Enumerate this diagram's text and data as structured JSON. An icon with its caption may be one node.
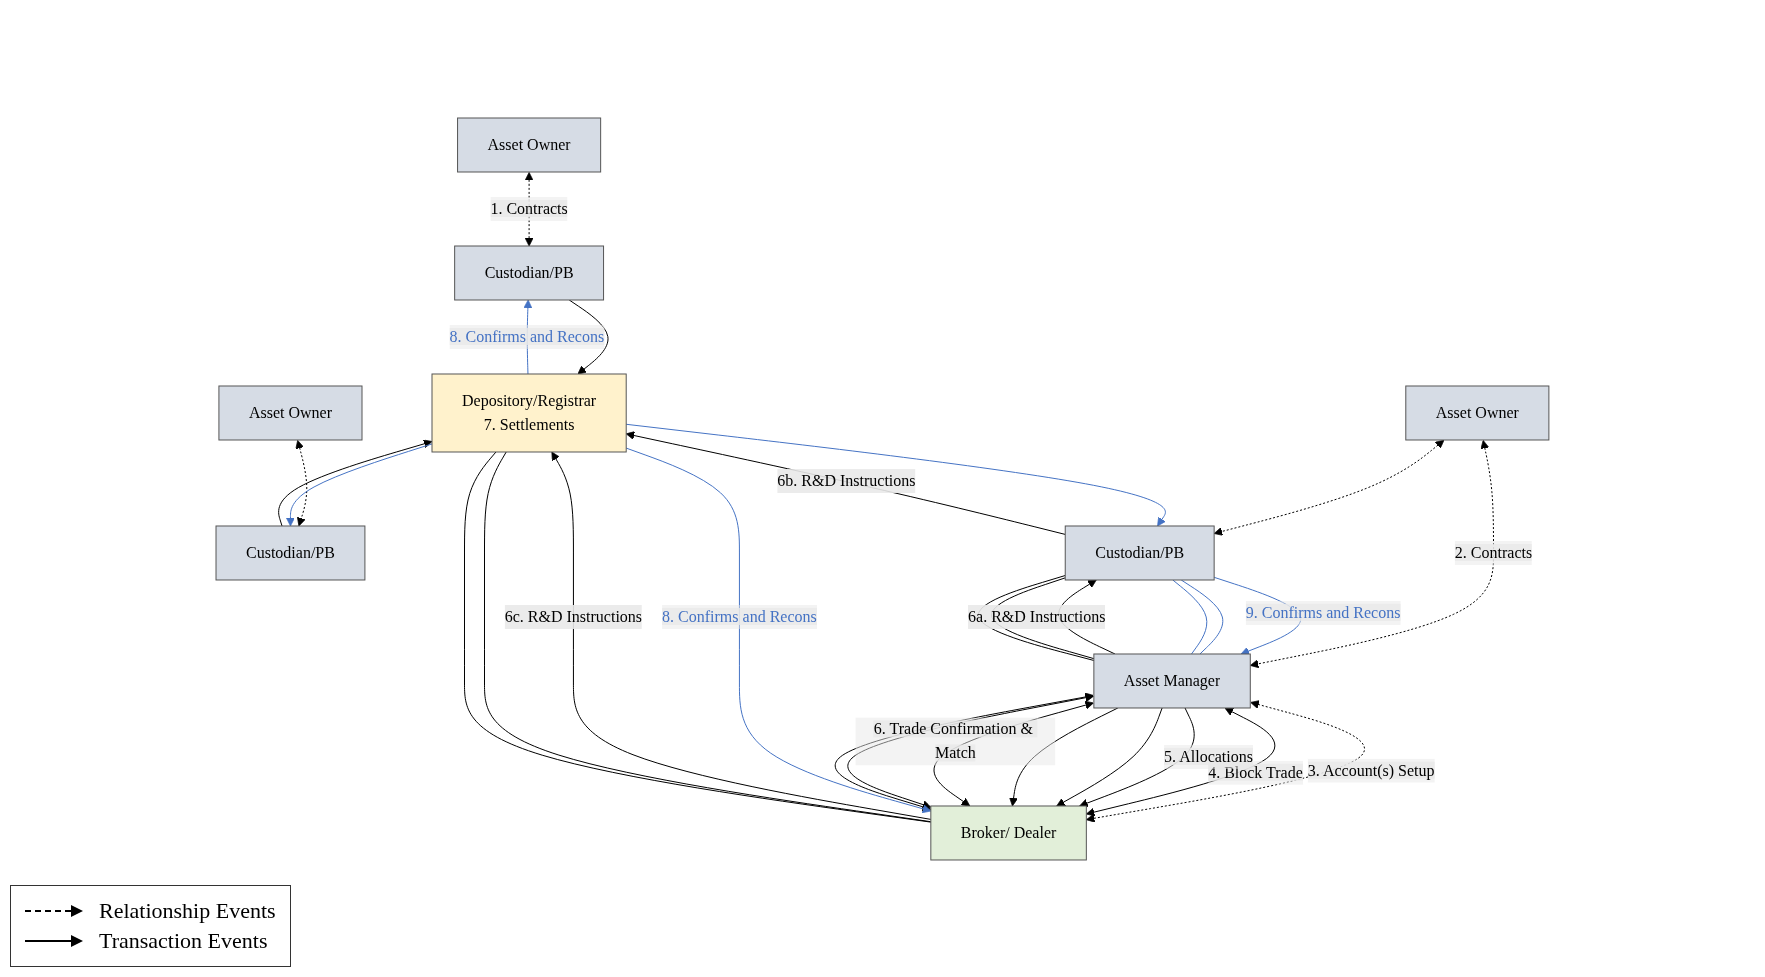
{
  "diagram": {
    "nodes": [
      {
        "text": [
          "Asset Owner"
        ]
      },
      {
        "text": [
          "Asset Owner"
        ]
      },
      {
        "text": [
          "Asset Owner"
        ]
      },
      {
        "text": [
          "Custodian/PB"
        ]
      },
      {
        "text": [
          "Custodian/PB"
        ]
      },
      {
        "text": [
          "Custodian/PB"
        ]
      },
      {
        "text": [
          "Asset Manager"
        ]
      },
      {
        "text": [
          "Depository/Registrar",
          "7. Settlements"
        ]
      },
      {
        "text": [
          "Broker/ Dealer"
        ]
      }
    ],
    "edges": [
      {
        "from": 0,
        "to": 3,
        "arrow": "both",
        "style": "dashed",
        "label": "1. Contracts"
      },
      {
        "from": 1,
        "to": 4,
        "arrow": "both",
        "style": "dashed"
      },
      {
        "from": 2,
        "to": 5,
        "arrow": "both",
        "style": "dashed"
      },
      {
        "from": 2,
        "to": 6,
        "arrow": "both",
        "style": "dashed",
        "label": "2. Contracts"
      },
      {
        "from": 6,
        "to": 8,
        "arrow": "both",
        "style": "dashed",
        "label": "3. Account(s) Setup"
      },
      {
        "from": 6,
        "to": 8,
        "arrow": "both",
        "label": "4. Block Trade"
      },
      {
        "from": 6,
        "to": 8,
        "arrow": "to",
        "label": "5. Allocations"
      },
      {
        "from": 6,
        "to": 8,
        "arrow": "to"
      },
      {
        "from": 6,
        "to": 8,
        "arrow": "to"
      },
      {
        "from": 6,
        "to": 8,
        "arrow": "both",
        "label": "6. Trade Confirmation & Match"
      },
      {
        "from": 6,
        "to": 8,
        "arrow": "both"
      },
      {
        "from": 6,
        "to": 8,
        "arrow": "both"
      },
      {
        "from": 6,
        "to": 5,
        "arrow": "to",
        "label": "6a. R&D Instructions"
      },
      {
        "from": 6,
        "to": 5,
        "arrow": "none"
      },
      {
        "from": 6,
        "to": 5,
        "arrow": "none"
      },
      {
        "from": 5,
        "to": 6,
        "arrow": "to",
        "color": "#4472c4",
        "label": "9. Confirms and Recons"
      },
      {
        "from": 5,
        "to": 6,
        "arrow": "none",
        "color": "#4472c4"
      },
      {
        "from": 5,
        "to": 6,
        "arrow": "none",
        "color": "#4472c4"
      },
      {
        "from": 3,
        "to": 7,
        "arrow": "to"
      },
      {
        "from": 4,
        "to": 7,
        "arrow": "to"
      },
      {
        "from": 5,
        "to": 7,
        "arrow": "to",
        "label": "6b. R&D Instructions"
      },
      {
        "from": 7,
        "to": 3,
        "arrow": "to",
        "color": "#4472c4",
        "label": "8. Confirms and Recons"
      },
      {
        "from": 7,
        "to": 4,
        "arrow": "to",
        "color": "#4472c4"
      },
      {
        "from": 7,
        "to": 5,
        "arrow": "to",
        "color": "#4472c4"
      },
      {
        "from": 8,
        "to": 7,
        "arrow": "to",
        "label": "6c. R&D Instructions"
      },
      {
        "from": 8,
        "to": 7,
        "arrow": "none"
      },
      {
        "from": 8,
        "to": 7,
        "arrow": "none"
      },
      {
        "from": 7,
        "to": 8,
        "arrow": "to",
        "color": "#4472c4",
        "label": "8. Confirms and Recons"
      }
    ],
    "legend": [
      {
        "text": "Relationship Events"
      },
      {
        "text": "Transaction Events"
      }
    ]
  }
}
